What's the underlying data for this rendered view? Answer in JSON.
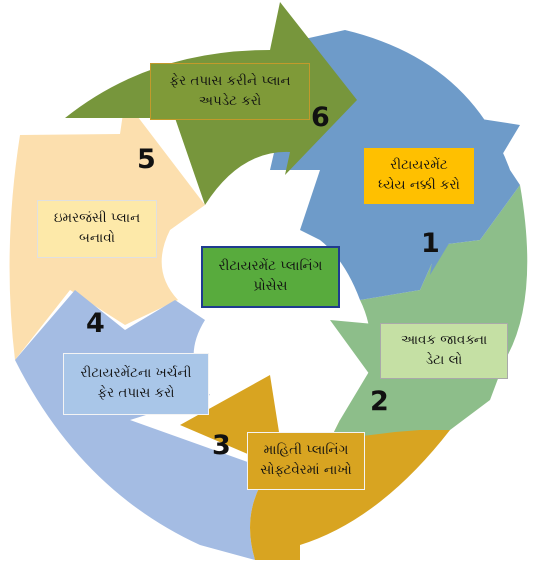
{
  "center": {
    "label": "રીટાયરમેંટ પ્લાનિંગ\nપ્રોસેસ"
  },
  "steps": [
    {
      "number": "1",
      "label": "રીટાયરમેંટ\nધ્યેય નક્કી કરો",
      "arrow_color": "#6e9bc9",
      "box_color": "#ffc000"
    },
    {
      "number": "2",
      "label": "આવક જાવક્ના\nડેટા લો",
      "arrow_color": "#8dbe8a",
      "box_color": "#c5e0a4"
    },
    {
      "number": "3",
      "label": "માહિતી પ્લાનિંગ\nસોફ્ટવેરમાં નાખો",
      "arrow_color": "#d8a421",
      "box_color": "#d8a421"
    },
    {
      "number": "4",
      "label": "રીટાયરમેંટના ખર્ચની\nફેર તપાસ કરો",
      "arrow_color": "#a4bce3",
      "box_color": "#a9c6e8"
    },
    {
      "number": "5",
      "label": "ઇમરજંસી પ્લાન\nબનાવો",
      "arrow_color": "#fcdfae",
      "box_color": "#fde9a9"
    },
    {
      "number": "6",
      "label": "ફેર તપાસ કરીને પ્લાન\nઅપડેટ કરો",
      "arrow_color": "#77963c",
      "box_color": "#7f9a38"
    }
  ]
}
